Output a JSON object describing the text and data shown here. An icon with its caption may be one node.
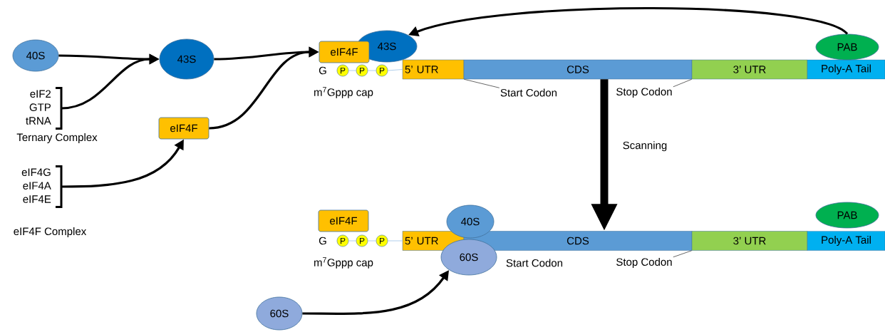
{
  "diagram": {
    "nodes": [
      {
        "text": [
          "40S"
        ]
      },
      {
        "text": [
          "eIF2",
          "GTP",
          "tRNA"
        ],
        "beside": [
          "Ternary Complex"
        ]
      },
      {
        "text": [
          "43S"
        ]
      },
      {
        "text": [
          "eIF4F"
        ]
      },
      {
        "text": [
          "eIF4G",
          "eIF4A",
          "eIF4E"
        ],
        "beside": [
          "eIF4F Complex"
        ]
      },
      {
        "text": [
          "eIF4F"
        ]
      },
      {
        "text": [
          "43S"
        ]
      },
      {
        "text": [
          "P"
        ]
      },
      {
        "text": [
          "P"
        ]
      },
      {
        "text": [
          "P"
        ]
      },
      {
        "text": [
          "5’ UTR"
        ]
      },
      {
        "text": [
          "CDS"
        ]
      },
      {
        "text": [
          "3’ UTR"
        ]
      },
      {
        "text": [
          "Poly-A Tail"
        ]
      },
      {
        "text": [
          "PAB"
        ]
      },
      {
        "text": [
          "Start Codon"
        ]
      },
      {
        "text": [
          "Stop Codon"
        ]
      },
      {
        "text": [
          "eIF4F"
        ]
      },
      {
        "text": [
          "40S"
        ]
      },
      {
        "text": [
          "P"
        ]
      },
      {
        "text": [
          "P"
        ]
      },
      {
        "text": [
          "P"
        ]
      },
      {
        "text": [
          "5’ UTR"
        ]
      },
      {
        "text": [
          "CDS"
        ]
      },
      {
        "text": [
          "3’ UTR"
        ]
      },
      {
        "text": [
          "Poly-A Tail"
        ]
      },
      {
        "text": [
          "PAB"
        ]
      },
      {
        "text": [
          "60S"
        ]
      },
      {
        "text": [
          "Start Codon"
        ]
      },
      {
        "text": [
          "Stop Codon"
        ]
      },
      {
        "text": [
          "60S"
        ]
      }
    ],
    "edges": [
      {
        "from": 0,
        "to": 2,
        "arrow": "to",
        "style": "thick"
      },
      {
        "from": 1,
        "to": 2,
        "arrow": "to",
        "style": "thick"
      },
      {
        "from": 2,
        "to": 5,
        "arrow": "to",
        "style": "thick"
      },
      {
        "from": 3,
        "to": 5,
        "arrow": "to",
        "style": "thick"
      },
      {
        "from": 4,
        "to": 3,
        "arrow": "to",
        "style": "thick"
      },
      {
        "from": 14,
        "to": 6,
        "arrow": "to",
        "style": "thick"
      },
      {
        "from": 7,
        "to": 8,
        "arrow": "none",
        "color": "#9dc3e6"
      },
      {
        "from": 8,
        "to": 9,
        "arrow": "none",
        "color": "#9dc3e6"
      },
      {
        "from": 9,
        "to": 10,
        "arrow": "none",
        "color": "#9dc3e6"
      },
      {
        "from": 15,
        "to": 10,
        "arrow": "none",
        "color": "#404040"
      },
      {
        "from": 16,
        "to": 12,
        "arrow": "none",
        "color": "#404040"
      },
      {
        "from": 11,
        "to": 23,
        "arrow": "to",
        "label": "Scanning",
        "style": "thick"
      },
      {
        "from": 19,
        "to": 20,
        "arrow": "none",
        "color": "#9dc3e6"
      },
      {
        "from": 20,
        "to": 21,
        "arrow": "none",
        "color": "#9dc3e6"
      },
      {
        "from": 21,
        "to": 22,
        "arrow": "none",
        "color": "#9dc3e6"
      },
      {
        "from": 29,
        "to": 24,
        "arrow": "none",
        "color": "#404040"
      },
      {
        "from": 30,
        "to": 27,
        "arrow": "to",
        "style": "thick"
      }
    ],
    "labels": [
      "G",
      "m$^{7}$Gppp cap",
      "G",
      "m$^{7}$Gppp cap"
    ]
  }
}
